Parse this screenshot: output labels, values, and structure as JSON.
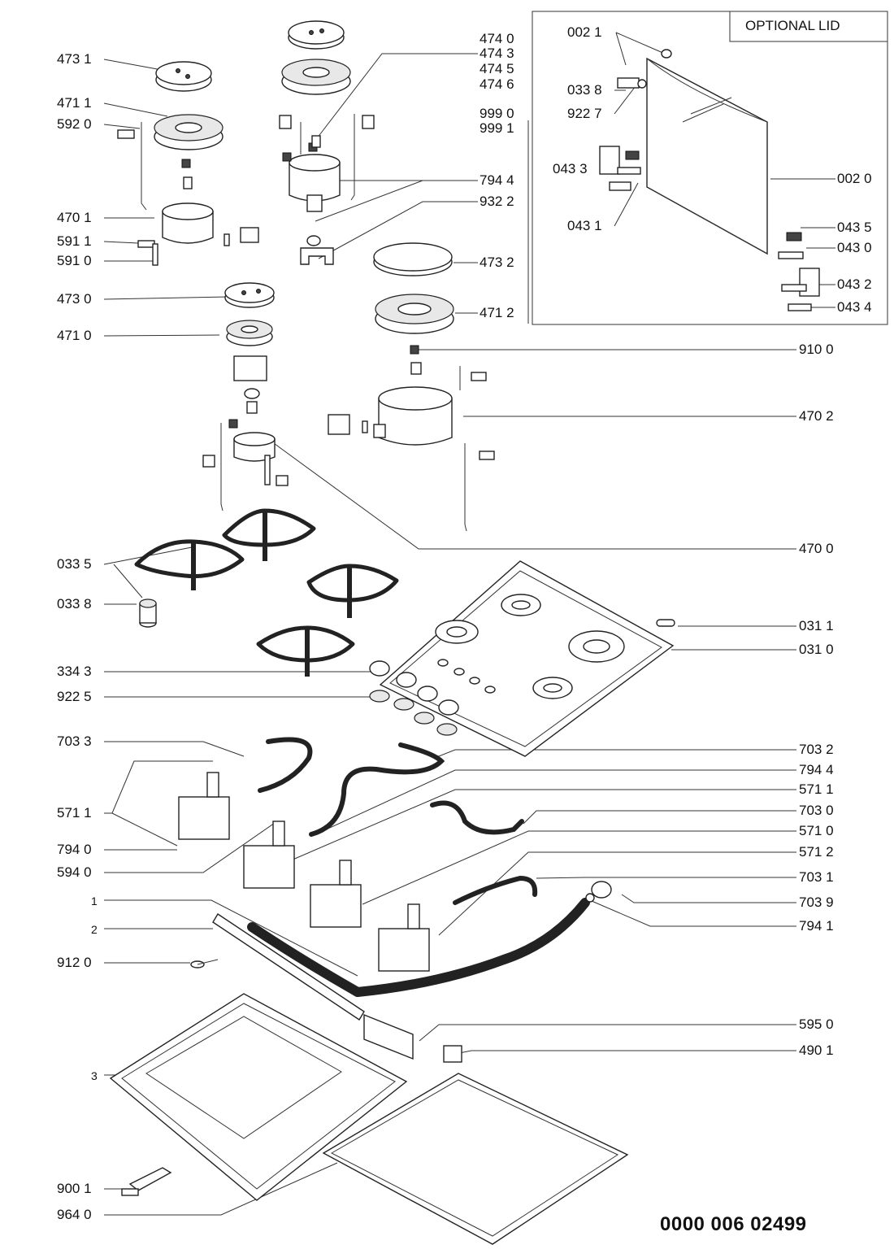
{
  "optional_lid_title": "OPTIONAL LID",
  "document_number": "0000 006 02499",
  "labels": [
    {
      "text": "473 1"
    },
    {
      "text": "471 1"
    },
    {
      "text": "592 0"
    },
    {
      "text": "470 1"
    },
    {
      "text": "591 1"
    },
    {
      "text": "591 0"
    },
    {
      "text": "473 0"
    },
    {
      "text": "471 0"
    },
    {
      "text": "033 5"
    },
    {
      "text": "033 8"
    },
    {
      "text": "334 3"
    },
    {
      "text": "922 5"
    },
    {
      "text": "703 3"
    },
    {
      "text": "571 1"
    },
    {
      "text": "794 0"
    },
    {
      "text": "594 0"
    },
    {
      "text": "1"
    },
    {
      "text": "2"
    },
    {
      "text": "912 0"
    },
    {
      "text": "3"
    },
    {
      "text": "900 1"
    },
    {
      "text": "964 0"
    },
    {
      "text": "474 0"
    },
    {
      "text": "474 3"
    },
    {
      "text": "474 5"
    },
    {
      "text": "474 6"
    },
    {
      "text": "999 0"
    },
    {
      "text": "999 1"
    },
    {
      "text": "794 4"
    },
    {
      "text": "932 2"
    },
    {
      "text": "473 2"
    },
    {
      "text": "471 2"
    },
    {
      "text": "910 0"
    },
    {
      "text": "470 2"
    },
    {
      "text": "470 0"
    },
    {
      "text": "031 1"
    },
    {
      "text": "031 0"
    },
    {
      "text": "703 2"
    },
    {
      "text": "794 4"
    },
    {
      "text": "571 1"
    },
    {
      "text": "703 0"
    },
    {
      "text": "571 0"
    },
    {
      "text": "571 2"
    },
    {
      "text": "703 1"
    },
    {
      "text": "703 9"
    },
    {
      "text": "794 1"
    },
    {
      "text": "595 0"
    },
    {
      "text": "490 1"
    },
    {
      "text": "002 1"
    },
    {
      "text": "033 8"
    },
    {
      "text": "922 7"
    },
    {
      "text": "043 3"
    },
    {
      "text": "043 1"
    },
    {
      "text": "002 0"
    },
    {
      "text": "043 5"
    },
    {
      "text": "043 0"
    },
    {
      "text": "043 2"
    },
    {
      "text": "043 4"
    }
  ]
}
